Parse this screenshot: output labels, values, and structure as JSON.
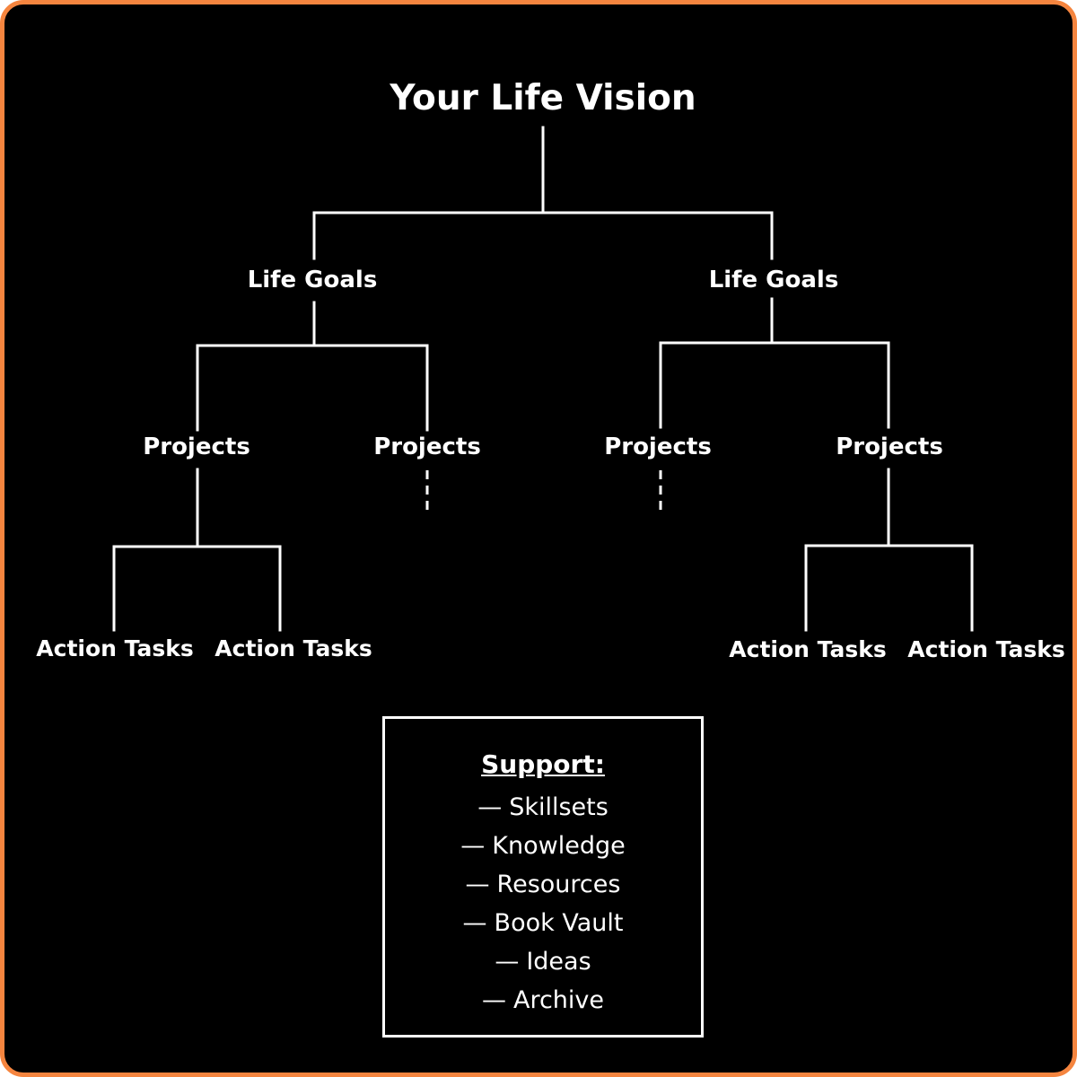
{
  "colors": {
    "background": "#000000",
    "frame": "#f5853f",
    "foreground": "#ffffff"
  },
  "tree": {
    "root": "Your Life Vision",
    "goals": [
      {
        "label": "Life Goals",
        "projects": [
          {
            "label": "Projects",
            "tasks": [
              "Action Tasks",
              "Action Tasks"
            ]
          },
          {
            "label": "Projects",
            "tasks": [],
            "continues": true
          }
        ]
      },
      {
        "label": "Life Goals",
        "projects": [
          {
            "label": "Projects",
            "tasks": [],
            "continues": true
          },
          {
            "label": "Projects",
            "tasks": [
              "Action Tasks",
              "Action Tasks"
            ]
          }
        ]
      }
    ]
  },
  "support": {
    "title": "Support:",
    "dash": "—",
    "items": [
      "Skillsets",
      "Knowledge",
      "Resources",
      "Book Vault",
      "Ideas",
      "Archive"
    ]
  }
}
